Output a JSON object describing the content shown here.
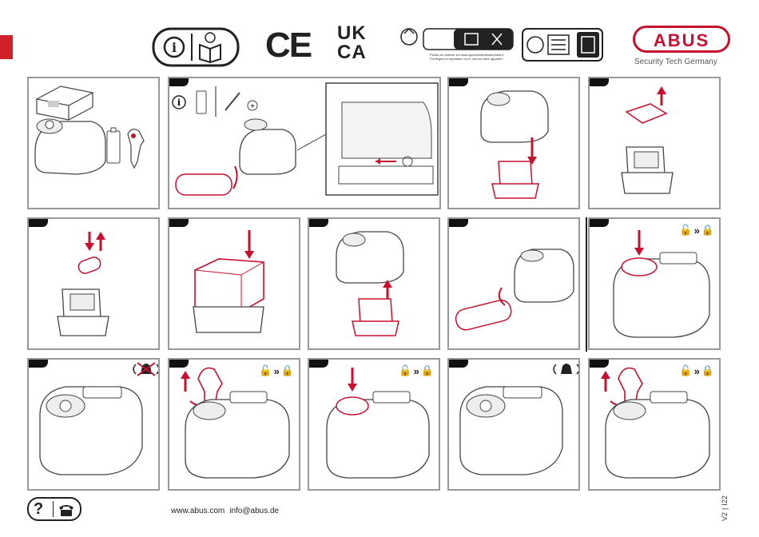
{
  "brand": {
    "name": "ABUS",
    "tagline": "Security Tech Germany",
    "color": "#c8102e"
  },
  "certifications": {
    "ce": "CE",
    "ukca_top": "UK",
    "ukca_bottom": "CA"
  },
  "recycling": {
    "line1": "Points de collecte sur www.quefairedemesdechets.fr",
    "line2": "Privilégiez la réparation ou le don de votre appareil !"
  },
  "steps": {
    "p1": "",
    "p2": "",
    "p3": "",
    "p4": "",
    "p5": "",
    "p6": "",
    "p7": "",
    "p8": "",
    "p9": "",
    "p10": "",
    "p11": "",
    "p12": "",
    "p13": "",
    "p14": ""
  },
  "status_icons": {
    "unlock_to_lock": "»",
    "alarm_off": "alarm-off-icon",
    "alarm_on": "alarm-icon"
  },
  "footer": {
    "website": "www.abus.com",
    "email": "info@abus.de",
    "version_a": "V2",
    "version_sep": "|",
    "version_b": "I22"
  },
  "colors": {
    "accent": "#d0202a",
    "line": "#444444",
    "panel_border": "#999999"
  }
}
